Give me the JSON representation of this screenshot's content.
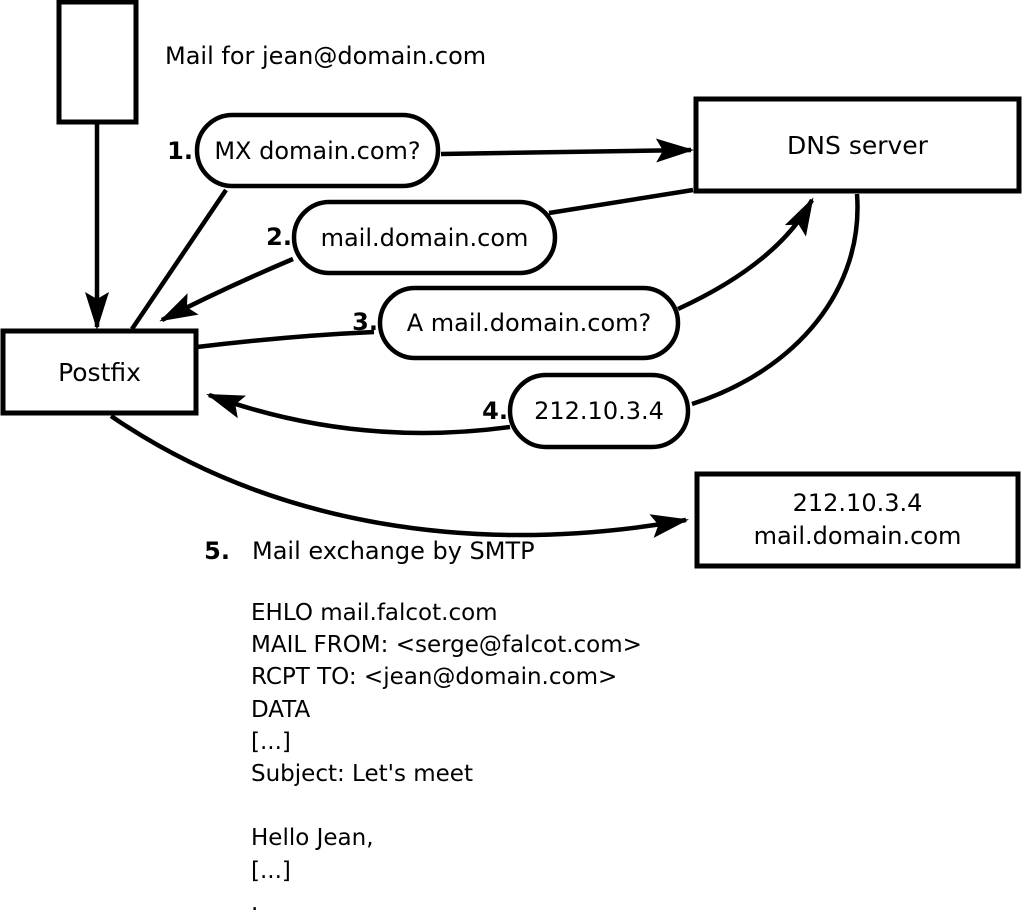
{
  "colors": {
    "ink": "#000000",
    "background": "#ffffff"
  },
  "nodes": {
    "mail_note": "Mail for jean@domain.com",
    "postfix": "Postfix",
    "dns": "DNS server",
    "target": {
      "line1": "212.10.3.4",
      "line2": "mail.domain.com"
    }
  },
  "steps": [
    {
      "num": "1.",
      "label": "MX domain.com?"
    },
    {
      "num": "2.",
      "label": "mail.domain.com"
    },
    {
      "num": "3.",
      "label": "A mail.domain.com?"
    },
    {
      "num": "4.",
      "label": "212.10.3.4"
    },
    {
      "num": "5.",
      "label": "Mail exchange by SMTP"
    }
  ],
  "smtp_session": {
    "lines": [
      "EHLO mail.falcot.com",
      "MAIL FROM: <serge@falcot.com>",
      "RCPT TO: <jean@domain.com>",
      "DATA",
      "[...]",
      "Subject: Let's meet",
      "",
      "Hello Jean,",
      "[...]",
      "."
    ]
  }
}
